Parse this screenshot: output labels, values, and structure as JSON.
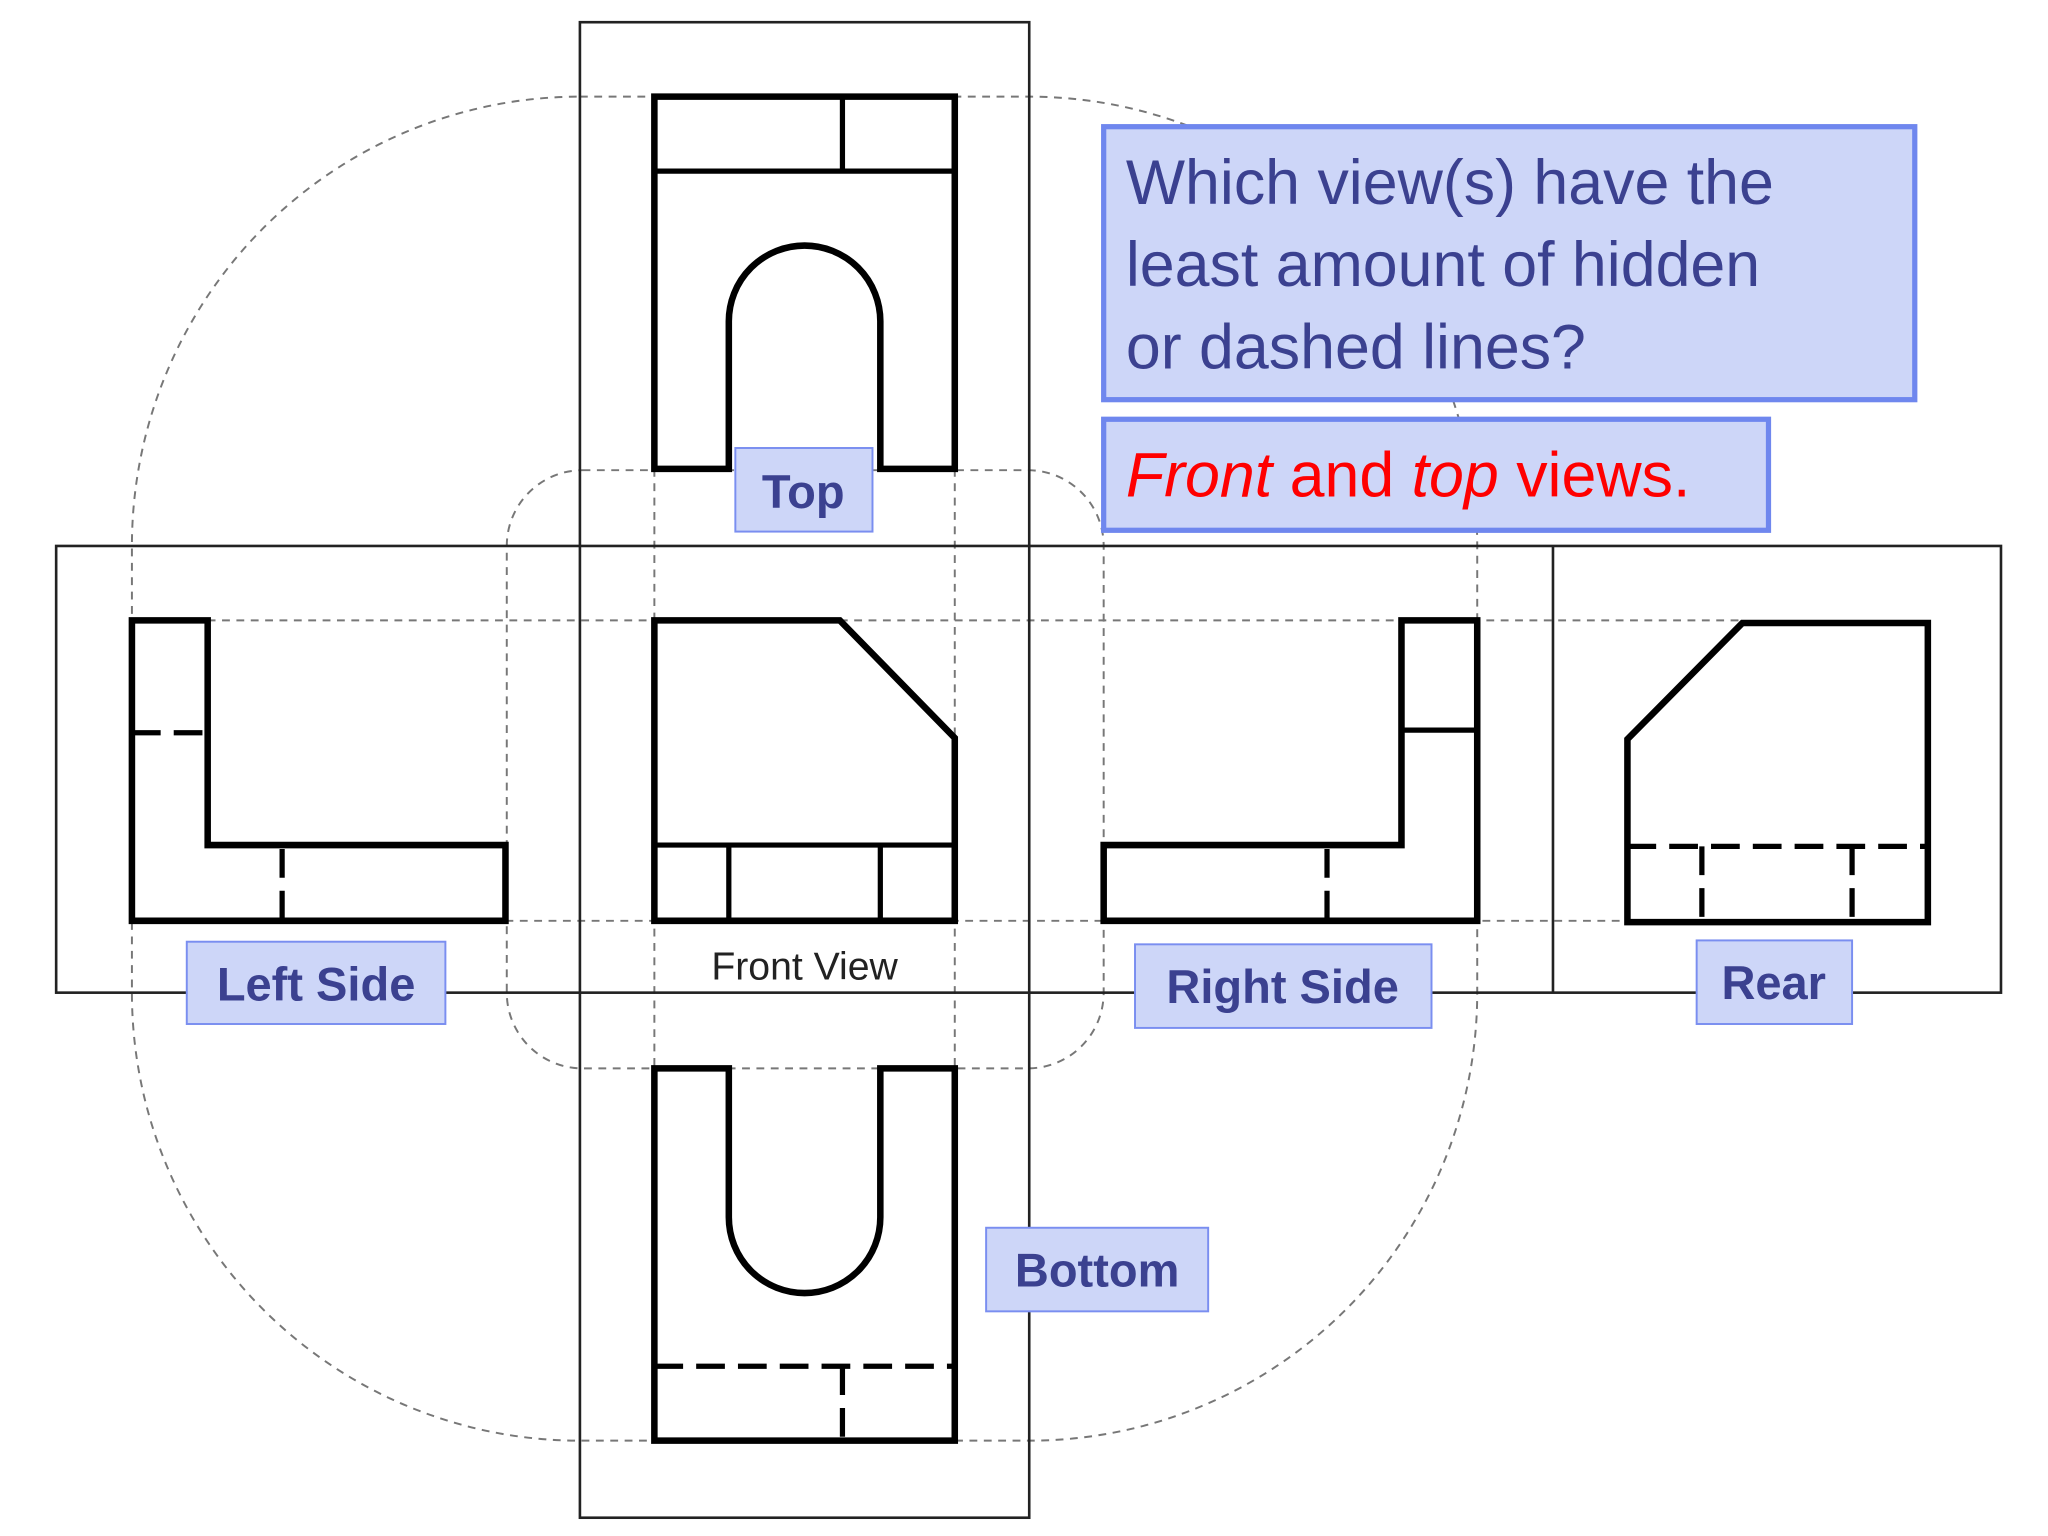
{
  "question": {
    "lines": [
      "Which view(s) have the",
      "least amount of hidden",
      "or dashed lines?"
    ]
  },
  "answer": {
    "part1": "Front",
    "part2": " and ",
    "part3": "top",
    "part4": " views.",
    "color": "#ff0000"
  },
  "labels": {
    "top": "Top",
    "left_side": "Left Side",
    "right_side": "Right Side",
    "rear": "Rear",
    "bottom": "Bottom",
    "front_view": "Front View"
  },
  "colors": {
    "label_fill": "#cdd6f8",
    "label_border": "#7a8ef0",
    "label_text": "#3b4190"
  }
}
